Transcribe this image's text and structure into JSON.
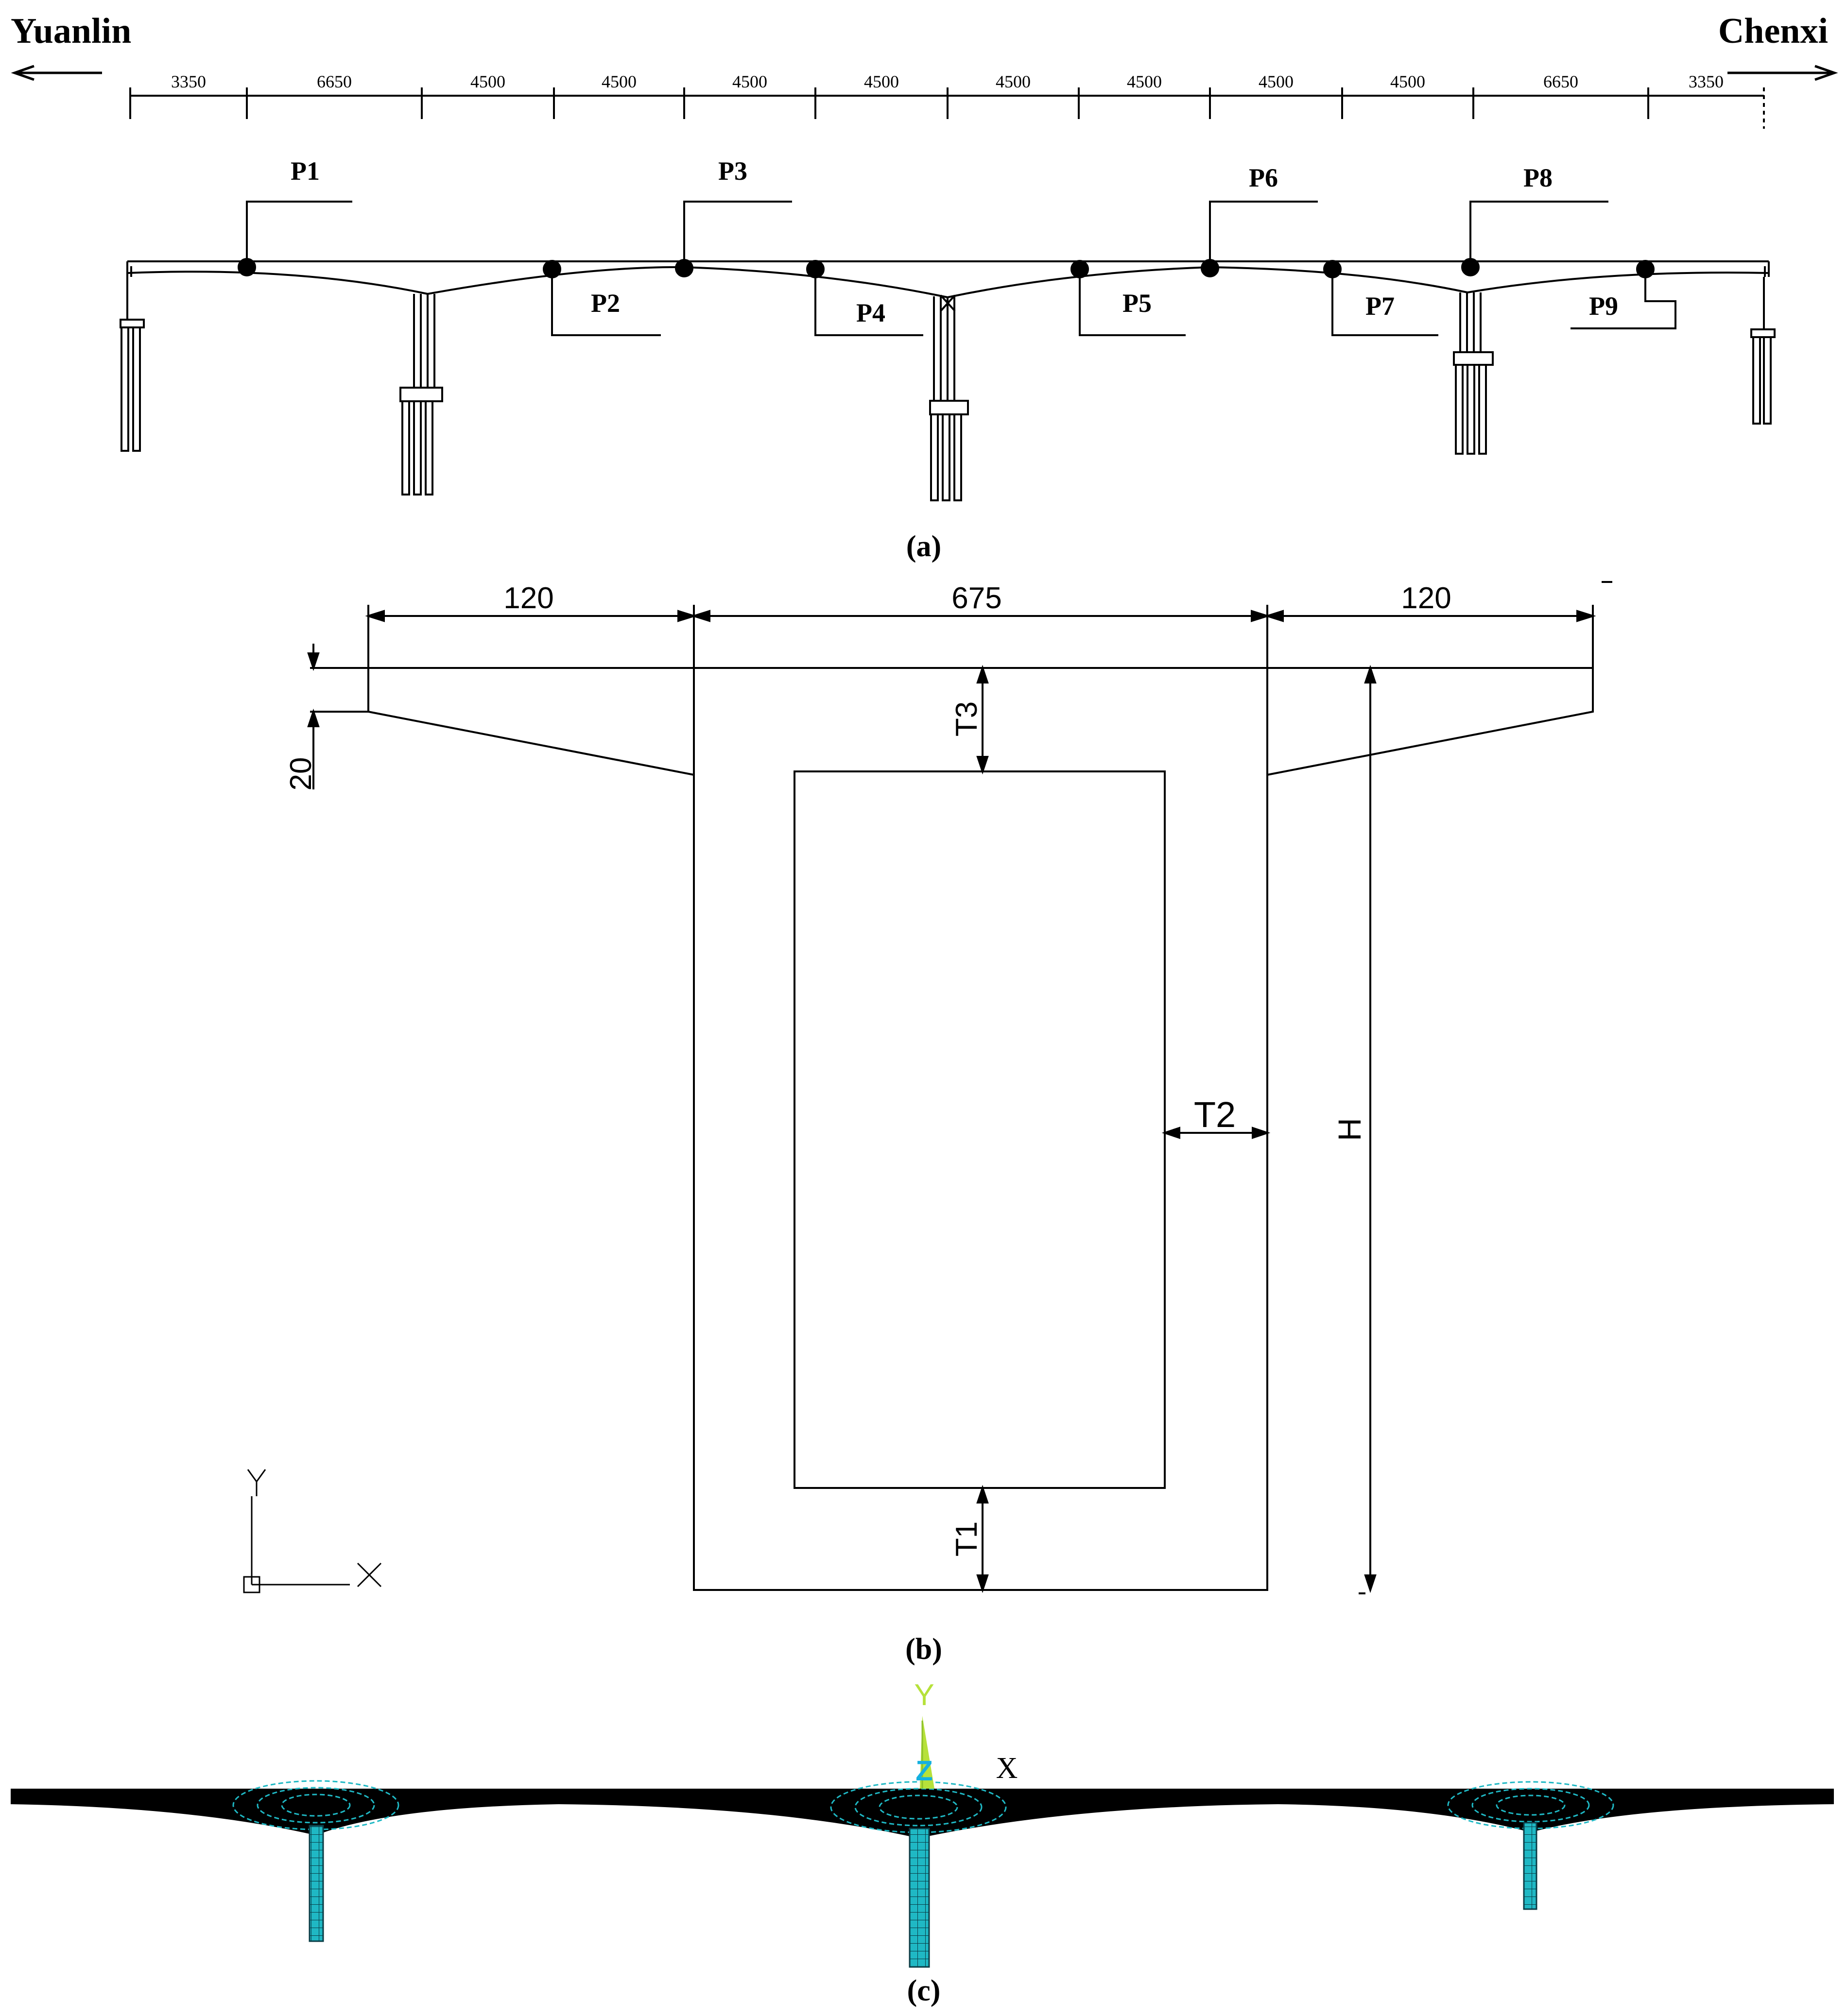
{
  "panel_a": {
    "caption": "(a)",
    "left_direction": "Yuanlin",
    "right_direction": "Chenxi",
    "spans": [
      "3350",
      "6650",
      "4500",
      "4500",
      "4500",
      "4500",
      "4500",
      "4500",
      "4500",
      "4500",
      "6650",
      "3350"
    ],
    "points": [
      "P1",
      "P2",
      "P3",
      "P4",
      "P5",
      "P6",
      "P7",
      "P8",
      "P9"
    ]
  },
  "panel_b": {
    "caption": "(b)",
    "dim_left_flange": "120",
    "dim_box_width": "675",
    "dim_right_flange": "120",
    "dim_flange_tip": "20",
    "label_top_slab": "T3",
    "label_web": "T2",
    "label_bottom_slab": "T1",
    "label_height": "H",
    "axis_y": "Y",
    "axis_x": "X"
  },
  "panel_c": {
    "caption": "(c)",
    "axis_y": "Y",
    "axis_z": "Z",
    "axis_x": "X",
    "colors": {
      "mesh": "#1fb8c4",
      "axis_y": "#b6e13a",
      "axis_z": "#14b0e0",
      "beam": "#000000"
    }
  }
}
